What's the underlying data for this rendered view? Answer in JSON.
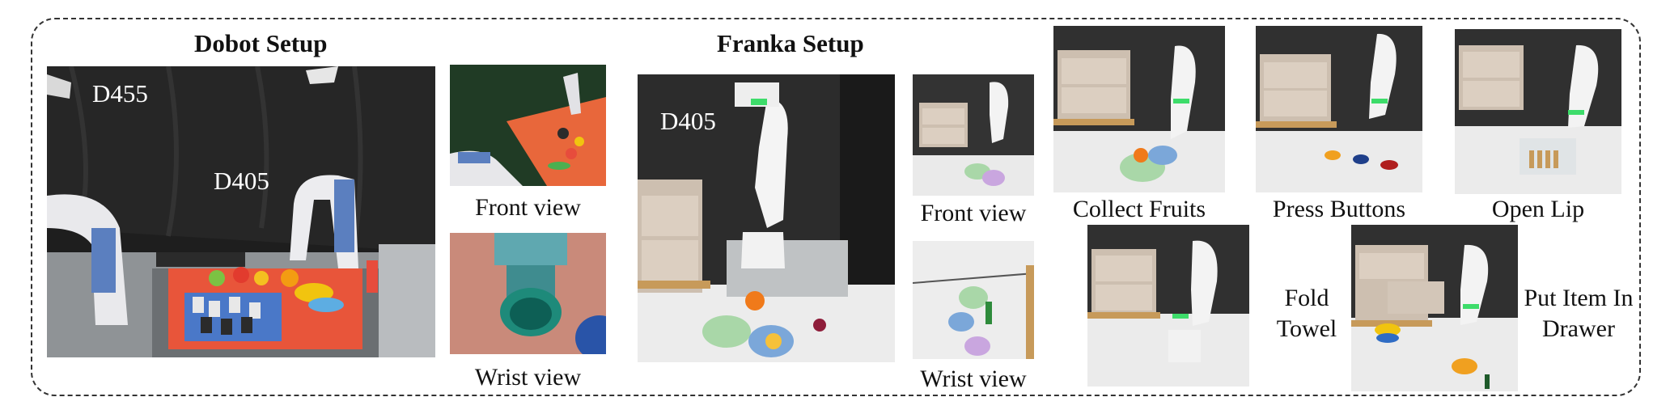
{
  "dobot": {
    "title": "Dobot Setup",
    "main_labels": {
      "d455": "D455",
      "d405": "D405"
    },
    "front_caption": "Front view",
    "wrist_caption": "Wrist view"
  },
  "franka": {
    "title": "Franka Setup",
    "main_label_d405": "D405",
    "front_caption": "Front view",
    "wrist_caption": "Wrist view"
  },
  "tasks": [
    {
      "label": "Collect Fruits"
    },
    {
      "label": "Press Buttons"
    },
    {
      "label": "Open Lip"
    },
    {
      "label": "Fold\nTowel"
    },
    {
      "label": "Put Item In\nDrawer"
    }
  ]
}
